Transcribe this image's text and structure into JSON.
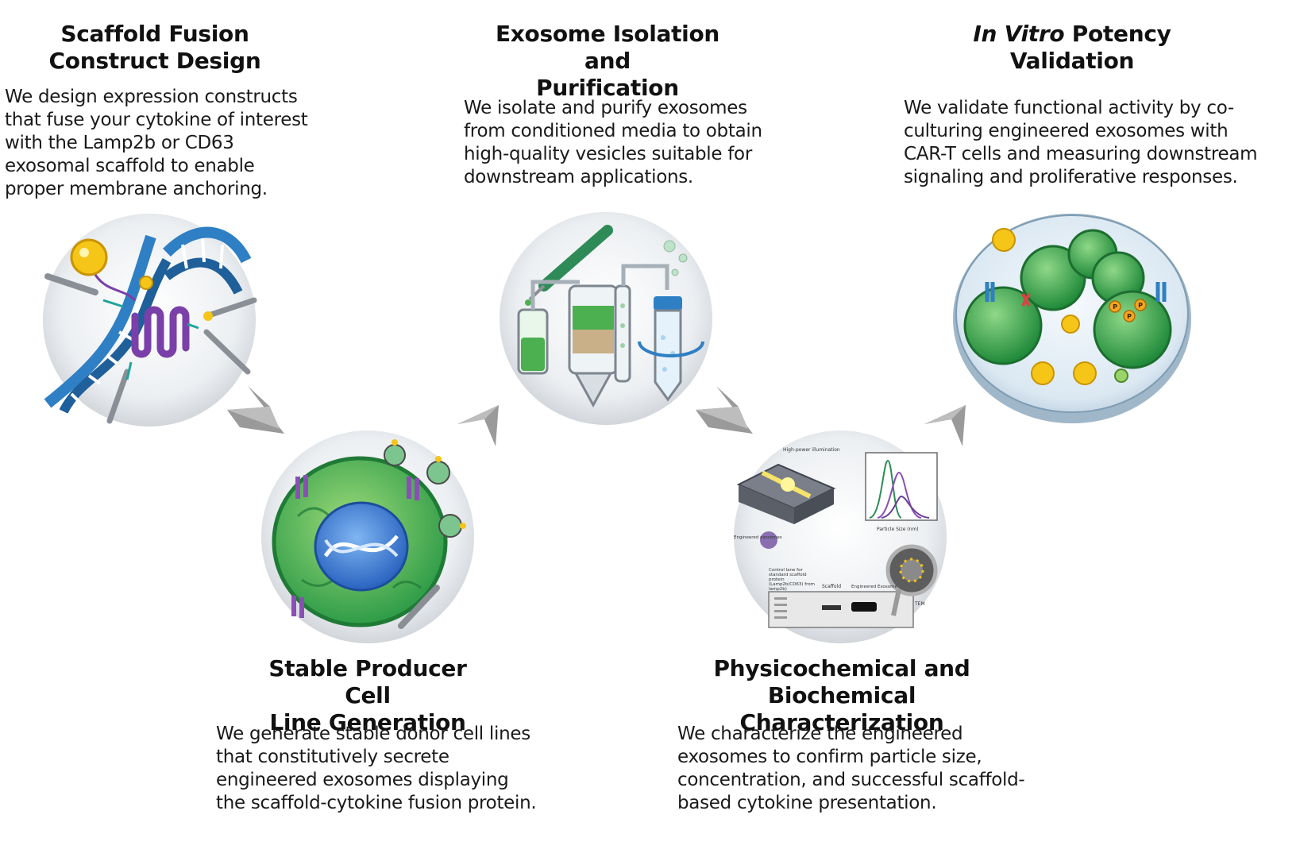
{
  "steps": [
    {
      "title_line1": "Scaffold Fusion",
      "title_line2": "Construct Design",
      "desc_lines": [
        "We design expression constructs",
        "that fuse your cytokine of interest",
        "with the Lamp2b or CD63",
        "exosomal scaffold to enable",
        "proper membrane anchoring."
      ],
      "icon": "dna-construct-icon"
    },
    {
      "title_line1": "Stable Producer Cell",
      "title_line2": "Line Generation",
      "desc_lines": [
        "We generate stable donor cell lines",
        "that constitutively secrete",
        "engineered exosomes displaying",
        "the scaffold-cytokine fusion protein."
      ],
      "icon": "producer-cell-icon"
    },
    {
      "title_line1": "Exosome Isolation and",
      "title_line2": "Purification",
      "desc_lines": [
        "We isolate and purify exosomes",
        "from conditioned media to obtain",
        "high-quality vesicles suitable for",
        "downstream applications."
      ],
      "icon": "chromatography-icon"
    },
    {
      "title_line1": "Physicochemical and",
      "title_line2": "Biochemical Characterization",
      "desc_lines": [
        "We characterize the engineered",
        "exosomes to confirm particle size,",
        "concentration, and successful scaffold-",
        "based cytokine presentation."
      ],
      "icon": "characterization-icon"
    },
    {
      "title_line1_italic": "In Vitro",
      "title_line1_rest": " Potency",
      "title_line2": "Validation",
      "desc_lines": [
        "We validate functional activity by co-",
        "culturing engineered exosomes with",
        "CAR-T cells and measuring downstream",
        "signaling and proliferative responses."
      ],
      "icon": "petri-dish-icon"
    }
  ],
  "panel_labels": {
    "illumination": "High-power illumination",
    "engineered_exosomes": "Engineered exosomes",
    "particle_size": "Particle Size (nm)",
    "control_lane": "Control lane for standard scaffold protein (Lamp2b/CD63) from lamp2b)",
    "scaffold": "Scaffold",
    "engineered_exosome": "Engineered Exosome",
    "tem": "TEM"
  },
  "phospho_label": "P",
  "colors": {
    "dna_blue": "#2f7fc4",
    "protein_purple": "#8a4fb5",
    "cell_green": "#4caf50",
    "nucleus_blue": "#3f7fd6",
    "gold": "#f5c518",
    "arrow_gray": "#9a9a9a"
  }
}
